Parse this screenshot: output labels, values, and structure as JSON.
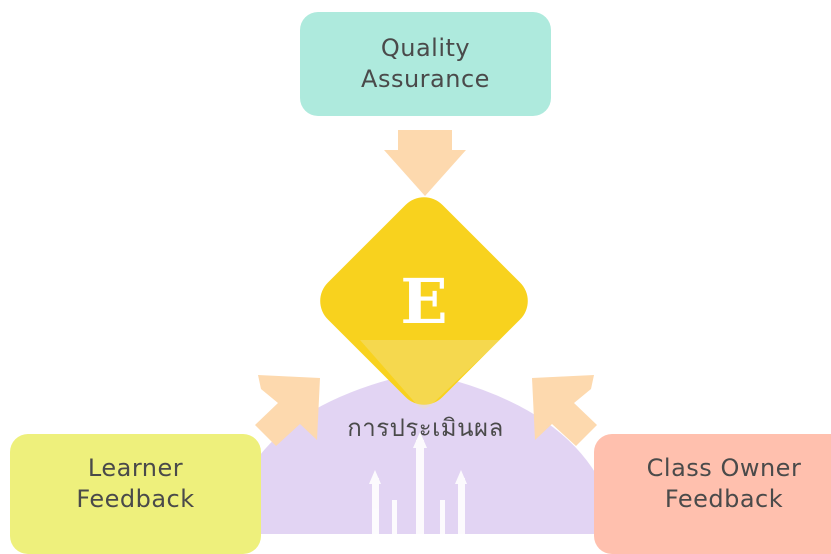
{
  "diagram": {
    "top_box": {
      "line1": "Quality",
      "line2": "Assurance"
    },
    "left_box": {
      "line1": "Learner",
      "line2": "Feedback"
    },
    "right_box": {
      "line1": "Class Owner",
      "line2": "Feedback"
    },
    "center": {
      "letter": "E",
      "label": "การประเมินผล"
    },
    "colors": {
      "quality_assurance": "#aeeadd",
      "learner_feedback": "#eef07c",
      "class_owner_feedback": "#ffc0ae",
      "center_diamond": "#f8d21e",
      "arrows": "#fdd9ae",
      "watermark": "#d8c6ef"
    }
  }
}
